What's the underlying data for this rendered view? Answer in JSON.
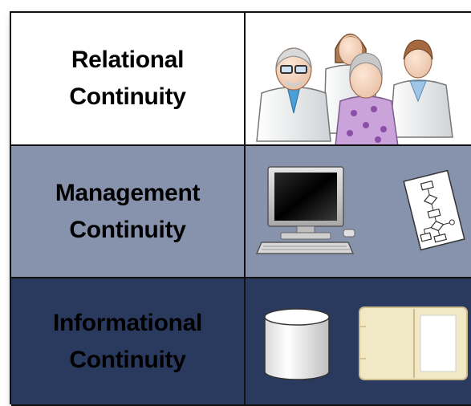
{
  "rows": [
    {
      "label": "Relational\nContinuity",
      "background": "#ffffff",
      "text_color": "#1a1a1a",
      "icons": [
        "care-team-people-icon"
      ]
    },
    {
      "label": "Management\nContinuity",
      "background": "#8792ad",
      "text_color": "#111111",
      "icons": [
        "desktop-computer-icon",
        "flowchart-document-icon"
      ]
    },
    {
      "label": "Informational\nContinuity",
      "background": "#2a3a5e",
      "text_color": "#ffffff",
      "icons": [
        "database-cylinder-icon",
        "open-folder-icon"
      ]
    }
  ]
}
